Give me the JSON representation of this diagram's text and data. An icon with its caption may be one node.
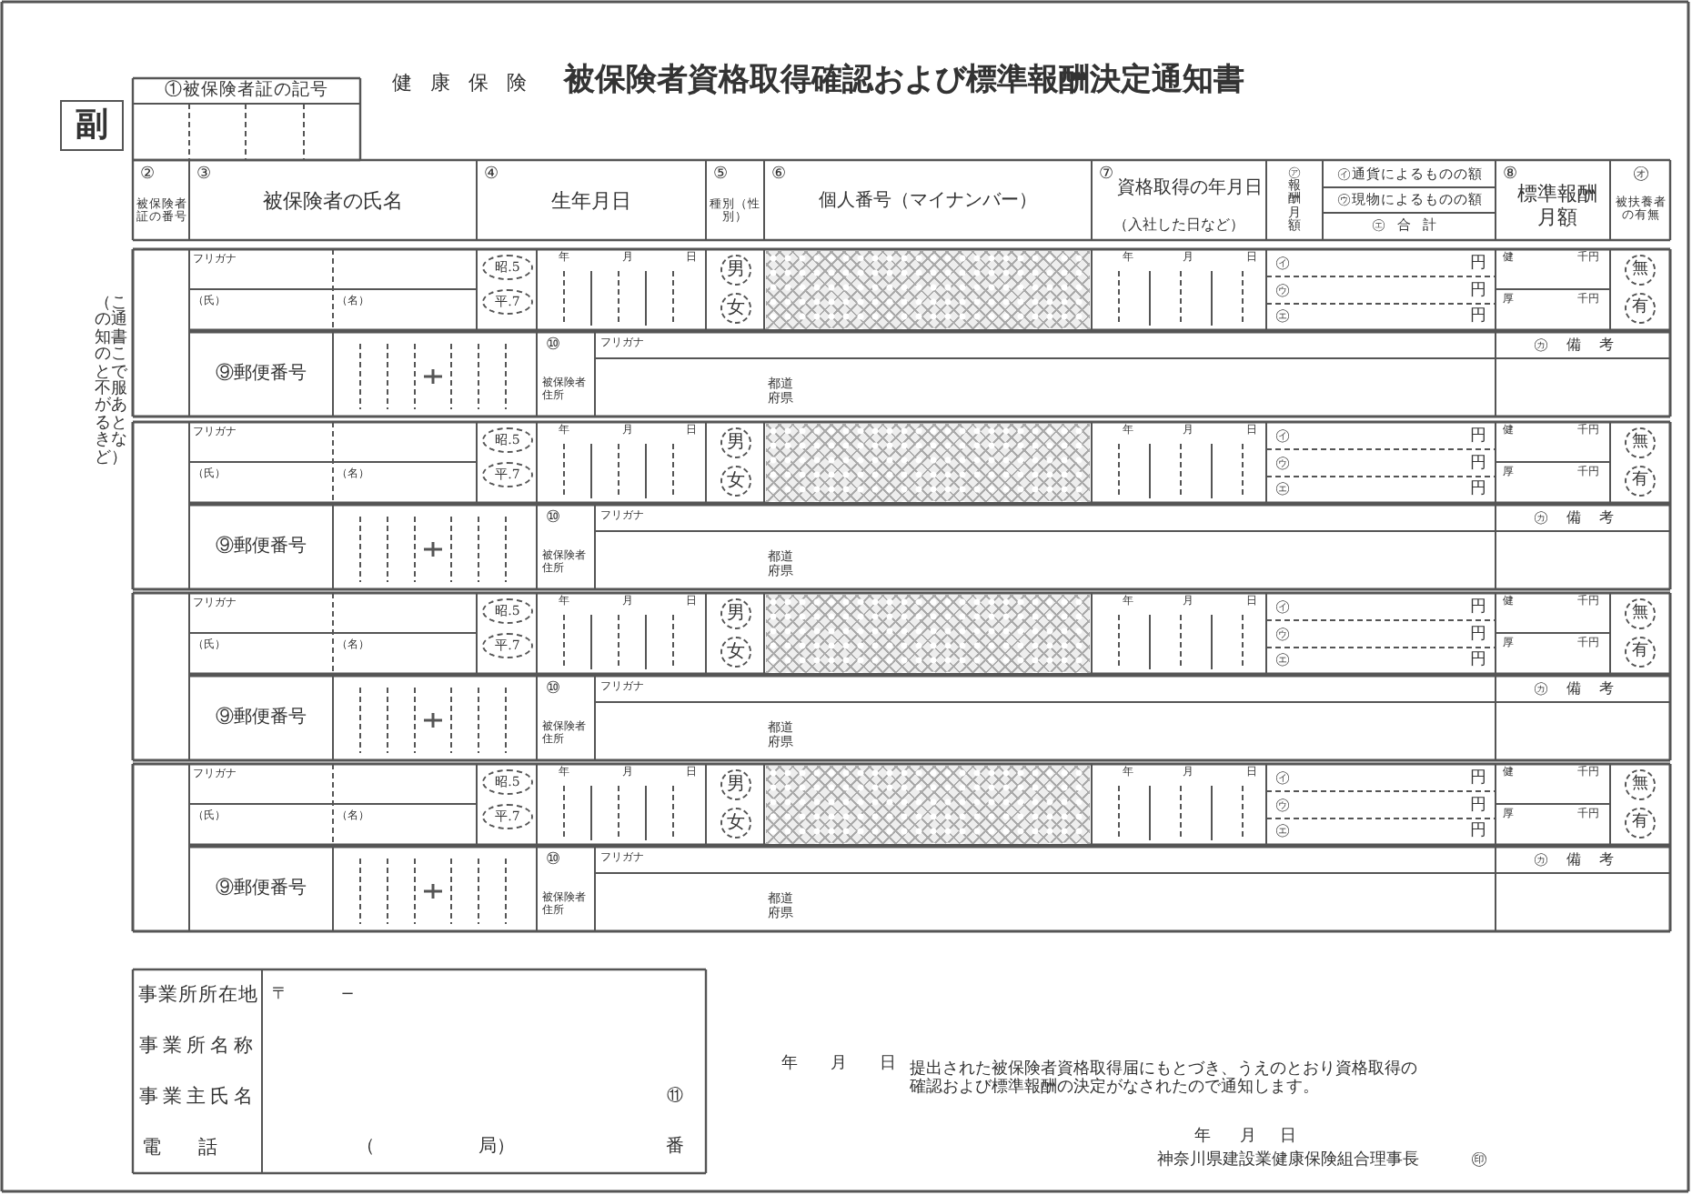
{
  "diagram": {
    "title": "被保険者資格取得確認および標準報酬決定通知書",
    "labels": [
      "健康保険",
      "副",
      "①被保険者証の記号",
      "②",
      "被保険者証の番号",
      "③",
      "被保険者の氏名",
      "④",
      "生年月日",
      "⑤",
      "種別（性別）",
      "⑥",
      "個人番号（マイナンバー）",
      "⑦",
      "資格取得の年月日",
      "（入社した日など）",
      "㋐報酬月額",
      "㋑通貨によるものの額",
      "㋒現物によるものの額",
      "㋓合計",
      "⑧",
      "標準報酬月額",
      "㋔",
      "被扶養者の有無",
      "（この通知書のことで不服があるときなど）",
      "フリガナ",
      "（氏）",
      "（名）",
      "昭.5",
      "平.7",
      "年",
      "月",
      "日",
      "男",
      "女",
      "年",
      "月",
      "日",
      "㋑",
      "円",
      "㋒",
      "円",
      "㋓",
      "円",
      "健",
      "千円",
      "厚",
      "千円",
      "無",
      "有",
      "⑨郵便番号",
      "⑩",
      "フリガナ",
      "被保険者住所",
      "都道府県",
      "㋕備考",
      "フリガナ",
      "（氏）",
      "（名）",
      "昭.5",
      "平.7",
      "年",
      "月",
      "日",
      "男",
      "女",
      "年",
      "月",
      "日",
      "㋑",
      "円",
      "㋒",
      "円",
      "㋓",
      "円",
      "健",
      "千円",
      "厚",
      "千円",
      "無",
      "有",
      "⑨郵便番号",
      "⑩",
      "フリガナ",
      "被保険者住所",
      "都道府県",
      "㋕備考",
      "フリガナ",
      "（氏）",
      "（名）",
      "昭.5",
      "平.7",
      "年",
      "月",
      "日",
      "男",
      "女",
      "年",
      "月",
      "日",
      "㋑",
      "円",
      "㋒",
      "円",
      "㋓",
      "円",
      "健",
      "千円",
      "厚",
      "千円",
      "無",
      "有",
      "⑨郵便番号",
      "⑩",
      "フリガナ",
      "被保険者住所",
      "都道府県",
      "㋕備考",
      "フリガナ",
      "（氏）",
      "（名）",
      "昭.5",
      "平.7",
      "年",
      "月",
      "日",
      "男",
      "女",
      "年",
      "月",
      "日",
      "㋑",
      "円",
      "㋒",
      "円",
      "㋓",
      "円",
      "健",
      "千円",
      "厚",
      "千円",
      "無",
      "有",
      "⑨郵便番号",
      "⑩",
      "フリガナ",
      "被保険者住所",
      "都道府県",
      "㋕備考",
      "事業所所在地",
      "〒",
      "−",
      "事業所名称",
      "事業主氏名",
      "⑪",
      "電話",
      "（",
      "局）",
      "番",
      "年",
      "月",
      "日",
      "提出された被保険者資格取得届にもとづき、うえのとおり資格取得の確認および標準報酬の決定がなされたので通知します。",
      "年",
      "月",
      "日",
      "神奈川県建設業健康保険組合理事長",
      "㊞"
    ]
  }
}
